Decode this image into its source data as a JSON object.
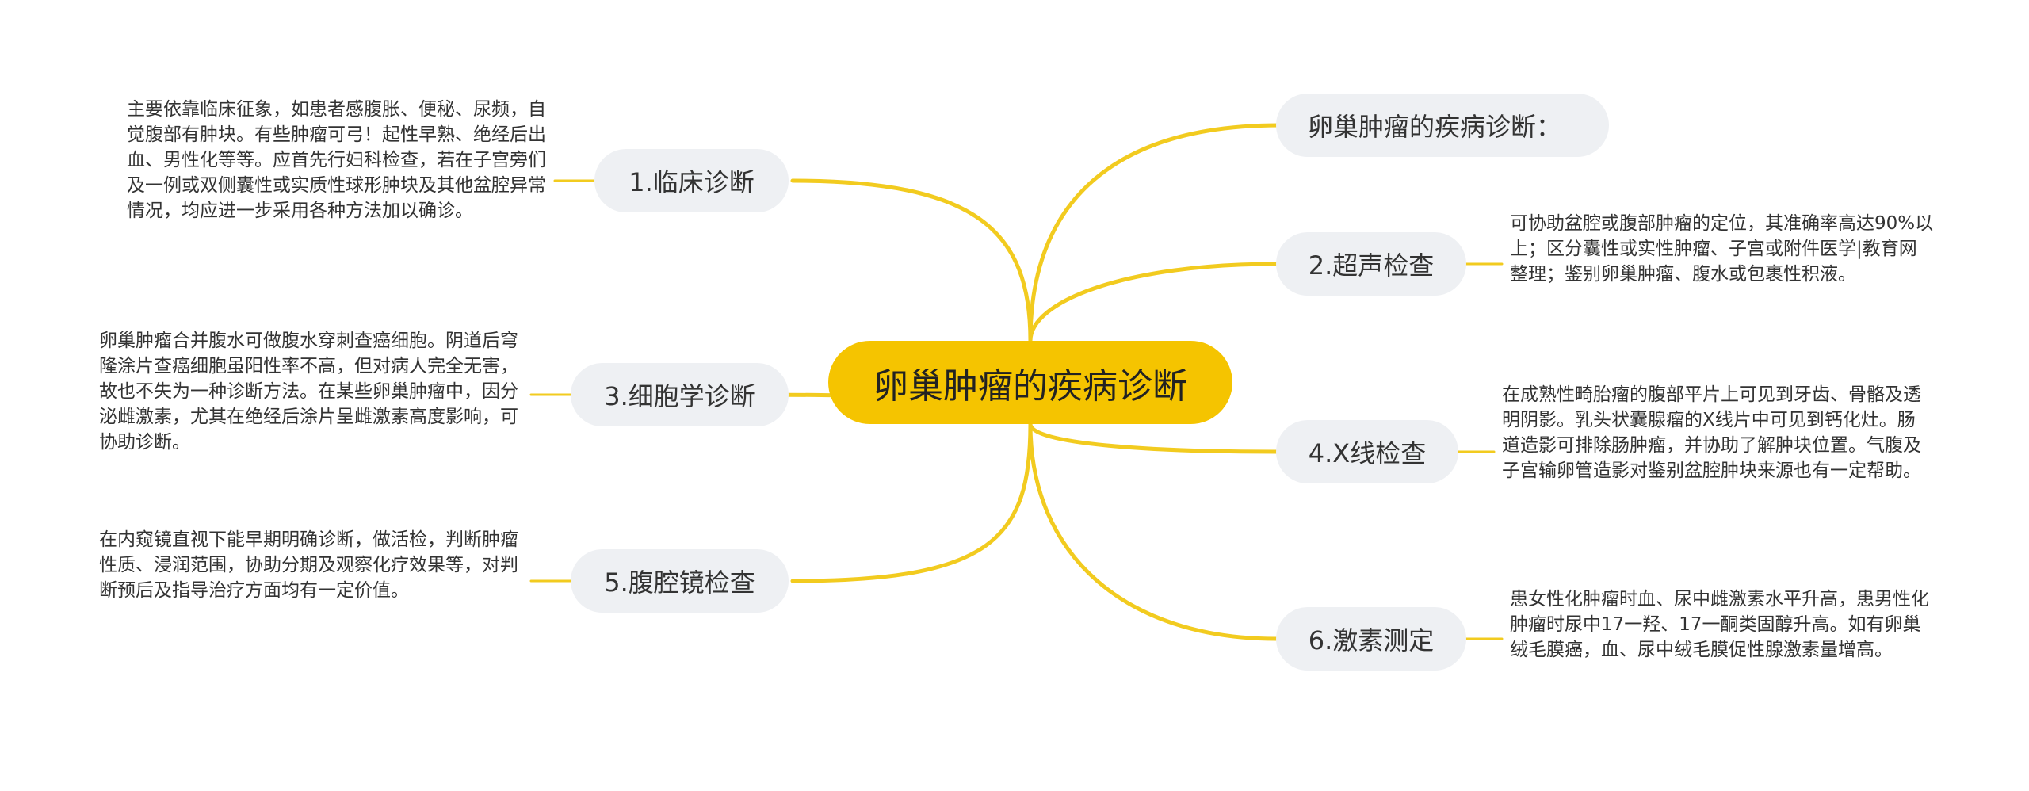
{
  "colors": {
    "accent": "#f5c400",
    "link": "#f2cb1f",
    "node_bg": "#eef0f3",
    "text": "#333333"
  },
  "root": {
    "label": "卵巢肿瘤的疾病诊断"
  },
  "branches": {
    "overview": {
      "label": "卵巢肿瘤的疾病诊断："
    },
    "clinical": {
      "label": "1.临床诊断",
      "note": "主要依靠临床征象，如患者感腹胀、便秘、尿频，自觉腹部有肿块。有些肿瘤可弓！起性早熟、绝经后出血、男性化等等。应首先行妇科检查，若在子宫旁们及一例或双侧囊性或实质性球形肿块及其他盆腔异常情况，均应进一步采用各种方法加以确诊。"
    },
    "ultrasound": {
      "label": "2.超声检查",
      "note": "可协助盆腔或腹部肿瘤的定位，其准确率高达90%以上；区分囊性或实性肿瘤、子宫或附件医学|教育网整理；鉴别卵巢肿瘤、腹水或包裹性积液。"
    },
    "cytology": {
      "label": "3.细胞学诊断",
      "note": "卵巢肿瘤合并腹水可做腹水穿刺查癌细胞。阴道后穹隆涂片查癌细胞虽阳性率不高，但对病人完全无害，故也不失为一种诊断方法。在某些卵巢肿瘤中，因分泌雌激素，尤其在绝经后涂片呈雌激素高度影响，可协助诊断。"
    },
    "xray": {
      "label": "4.X线检查",
      "note": "在成熟性畸胎瘤的腹部平片上可见到牙齿、骨骼及透明阴影。乳头状囊腺瘤的X线片中可见到钙化灶。肠道造影可排除肠肿瘤，并协助了解肿块位置。气腹及子宫输卵管造影对鉴别盆腔肿块来源也有一定帮助。"
    },
    "laparoscopy": {
      "label": "5.腹腔镜检查",
      "note": "在内窥镜直视下能早期明确诊断，做活检，判断肿瘤性质、浸润范围，协助分期及观察化疗效果等，对判断预后及指导治疗方面均有一定价值。"
    },
    "hormone": {
      "label": "6.激素测定",
      "note": "患女性化肿瘤时血、尿中雌激素水平升高，患男性化肿瘤时尿中17一羟、17一酮类固醇升高。如有卵巢绒毛膜癌，血、尿中绒毛膜促性腺激素量增高。"
    }
  }
}
